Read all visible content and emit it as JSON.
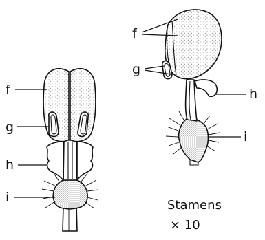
{
  "front_stamen": {
    "labels": {
      "f": "f",
      "g": "g",
      "h": "h",
      "i": "i"
    }
  },
  "side_stamen": {
    "labels": {
      "f": "f",
      "g": "g",
      "h": "h",
      "i": "i"
    }
  },
  "caption": {
    "title": "Stamens",
    "magnification": "× 10"
  },
  "colors": {
    "ink": "#111111",
    "paper": "#ffffff"
  }
}
